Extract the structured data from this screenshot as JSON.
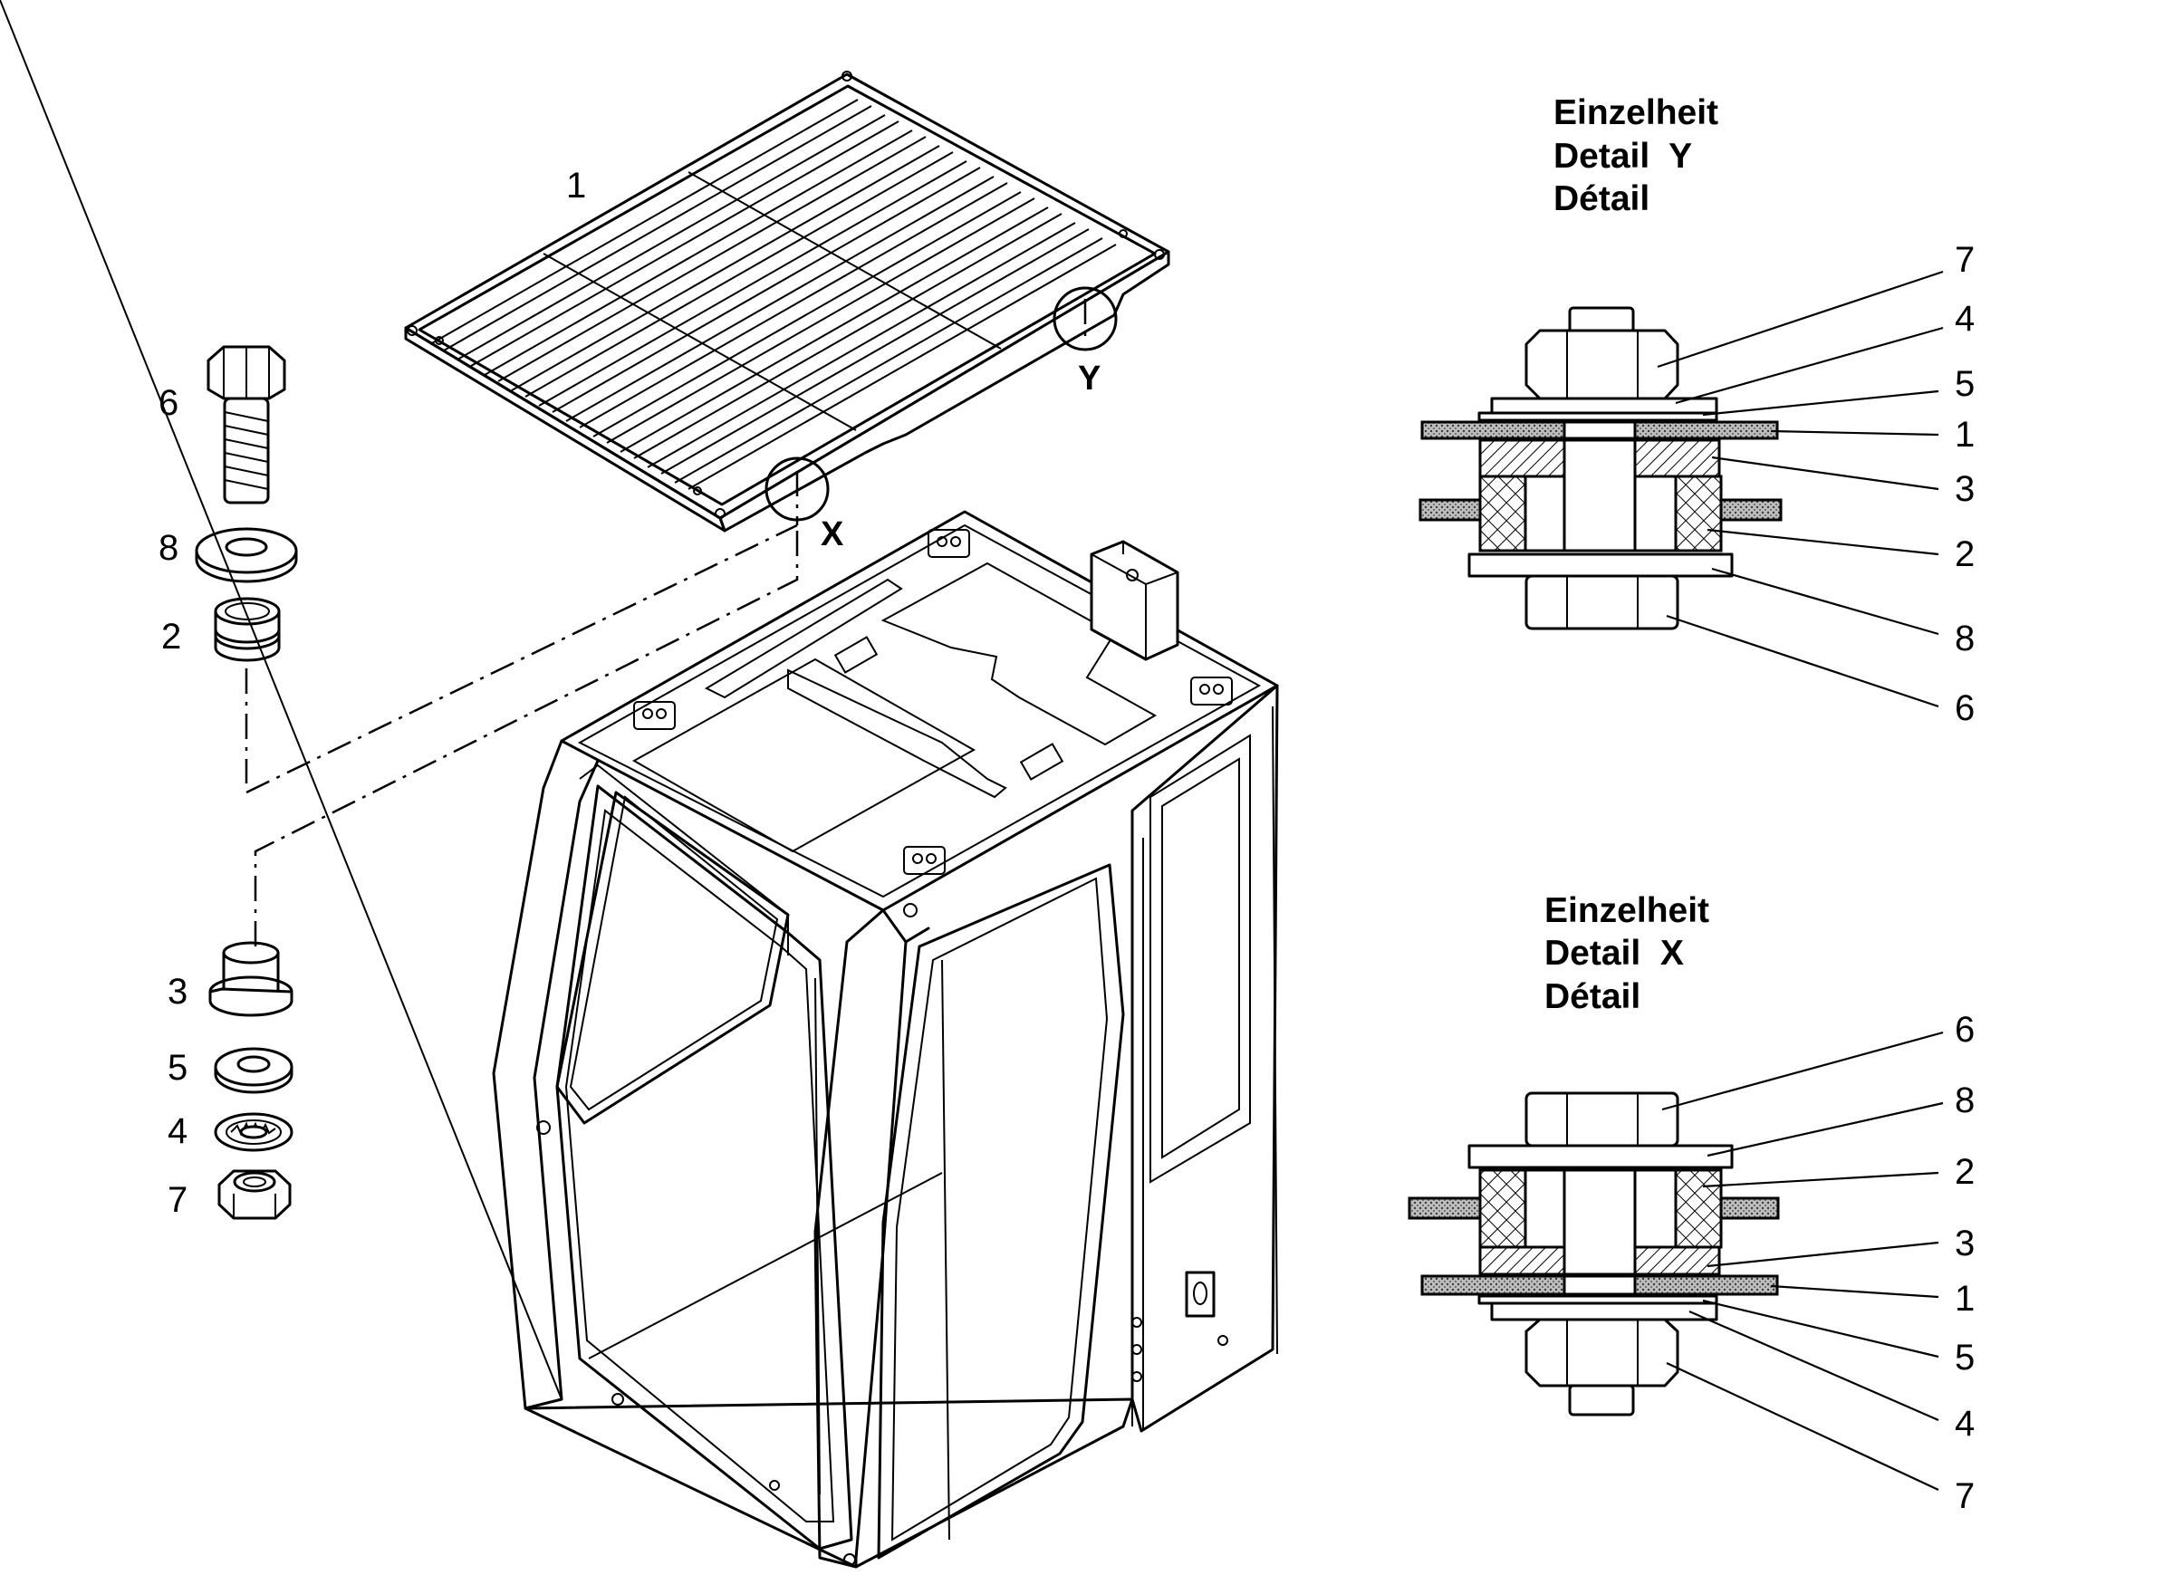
{
  "main_parts": {
    "guard": "1",
    "bolt": "6",
    "washer": "8",
    "rubber_mount": "2",
    "bushing": "3",
    "flat_washer": "5",
    "lock_washer": "4",
    "nut": "7",
    "marker_y": "Y",
    "marker_x": "X"
  },
  "detail_y": {
    "title": [
      "Einzelheit",
      "Detail  Y",
      "Détail"
    ],
    "callouts": [
      "7",
      "4",
      "5",
      "1",
      "3",
      "2",
      "8",
      "6"
    ]
  },
  "detail_x": {
    "title": [
      "Einzelheit",
      "Detail  X",
      "Détail"
    ],
    "callouts": [
      "6",
      "8",
      "2",
      "3",
      "1",
      "5",
      "4",
      "7"
    ]
  }
}
